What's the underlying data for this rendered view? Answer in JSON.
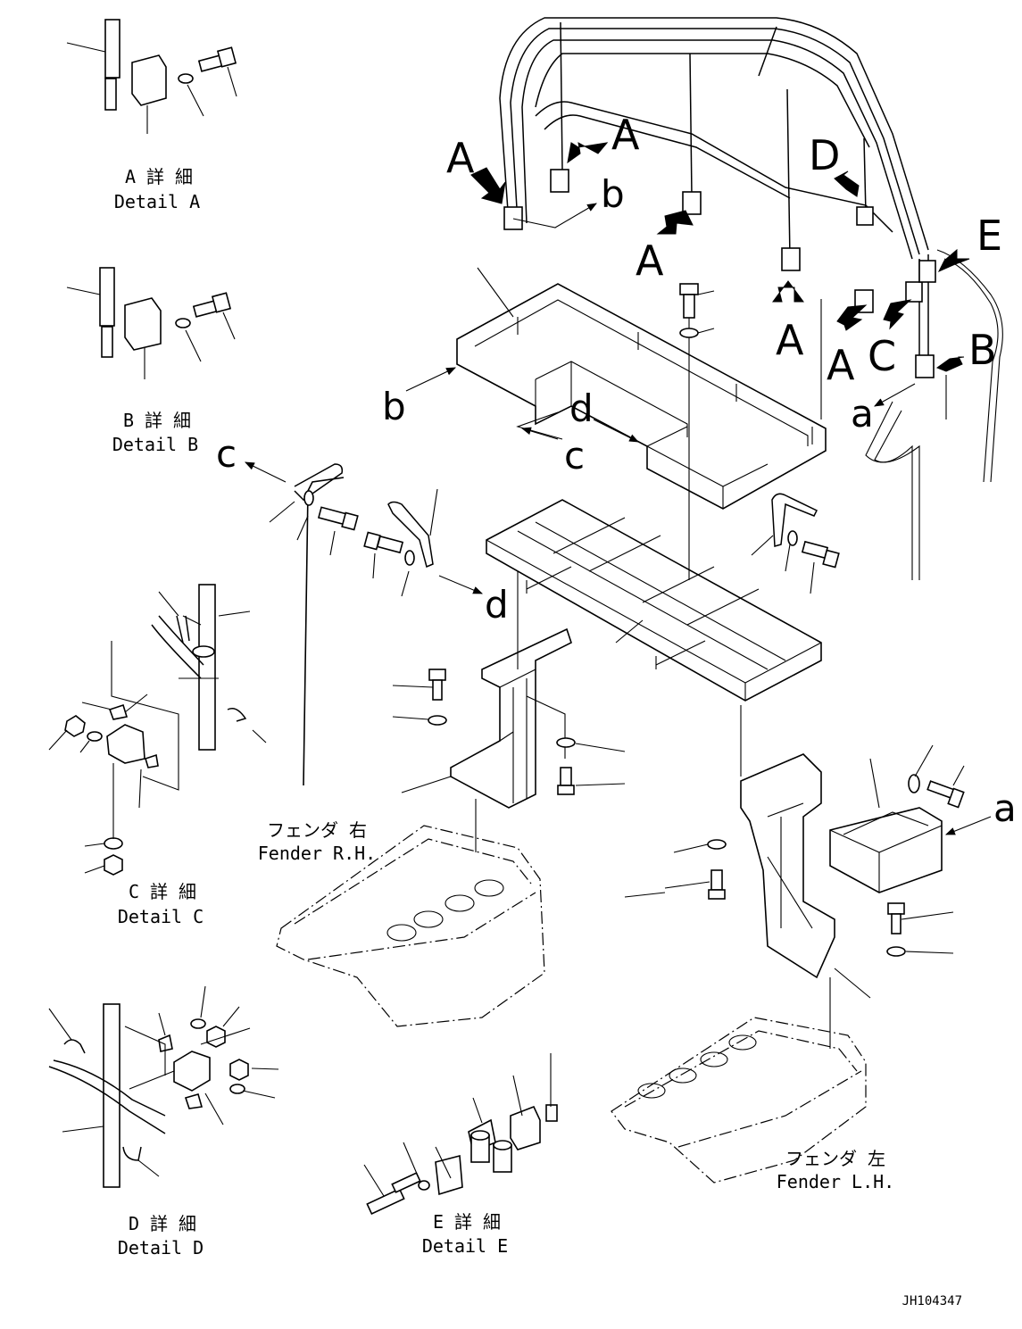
{
  "callouts": {
    "A": "A",
    "B": "B",
    "C": "C",
    "D": "D",
    "E": "E",
    "a": "a",
    "b": "b",
    "c": "c",
    "d": "d"
  },
  "details": {
    "A": {
      "jp": "A 詳 細",
      "en": "Detail A"
    },
    "B": {
      "jp": "B 詳 細",
      "en": "Detail B"
    },
    "C": {
      "jp": "C 詳 細",
      "en": "Detail C"
    },
    "D": {
      "jp": "D 詳 細",
      "en": "Detail D"
    },
    "E": {
      "jp": "E 詳 細",
      "en": "Detail E"
    }
  },
  "fenders": {
    "rh": {
      "jp": "フェンダ 右",
      "en": "Fender R.H."
    },
    "lh": {
      "jp": "フェンダ 左",
      "en": "Fender L.H."
    }
  },
  "drawing_number": "JH104347"
}
